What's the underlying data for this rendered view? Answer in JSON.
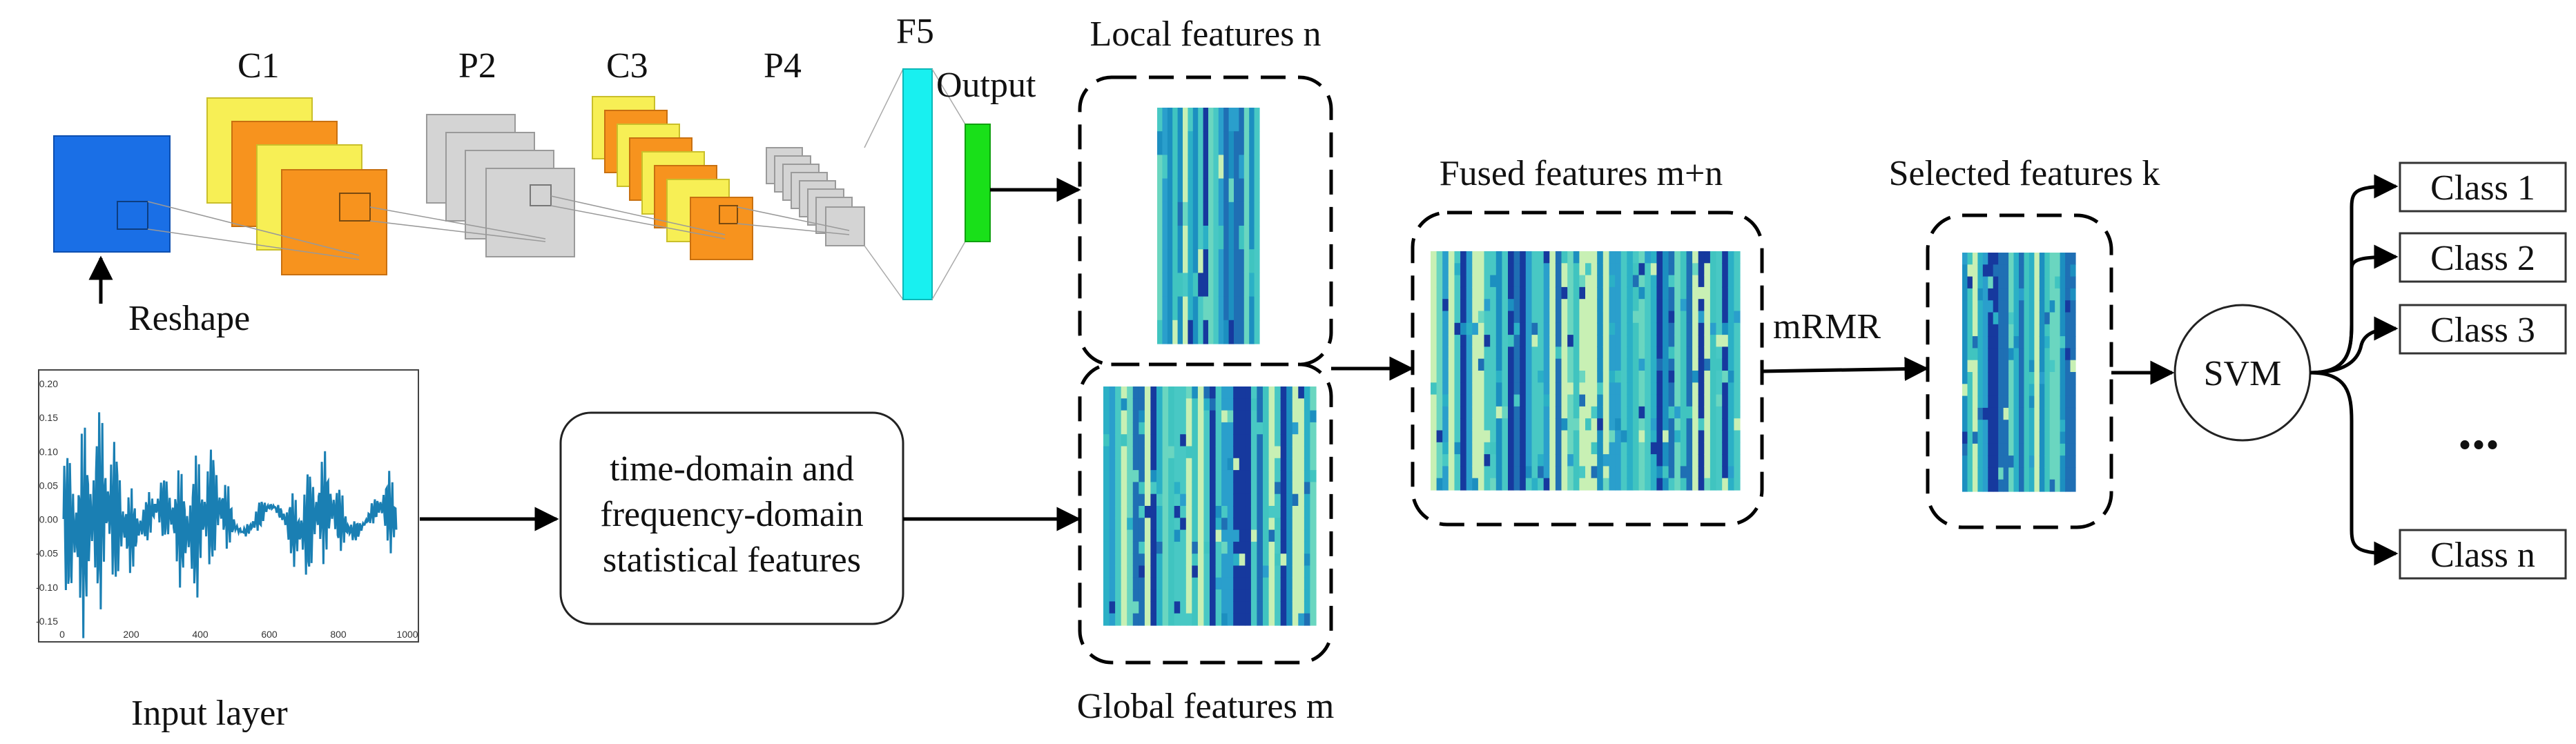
{
  "labels": {
    "c1": "C1",
    "p2": "P2",
    "c3": "C3",
    "p4": "P4",
    "f5": "F5",
    "output": "Output",
    "reshape": "Reshape",
    "input_layer": "Input layer",
    "local_features": "Local features n",
    "global_features": "Global features m",
    "fused_features": "Fused features m+n",
    "selected_features": "Selected features k",
    "mrmr": "mRMR",
    "svm": "SVM",
    "ellipsis": "..."
  },
  "stat_box": {
    "line1": "time-domain and",
    "line2": "frequency-domain",
    "line3": "statistical features"
  },
  "classes": [
    "Class 1",
    "Class 2",
    "Class 3",
    "Class n"
  ],
  "signal_plot": {
    "x_ticks": [
      "0",
      "200",
      "400",
      "600",
      "800",
      "1000"
    ],
    "y_ticks": [
      "0.20",
      "0.15",
      "0.10",
      "0.05",
      "0.00",
      "-0.05",
      "-0.10",
      "-0.15"
    ]
  },
  "colors": {
    "input_square": "#1a6fe6",
    "conv_yellow": "#f7ef55",
    "conv_orange": "#f7931e",
    "pool_gray": "#cfcfcf",
    "fc_cyan": "#18f0f0",
    "output_green": "#19e019",
    "signal": "#1a7fb3",
    "heat_light": "#40c4c0",
    "heat_dark": "#16399e"
  }
}
